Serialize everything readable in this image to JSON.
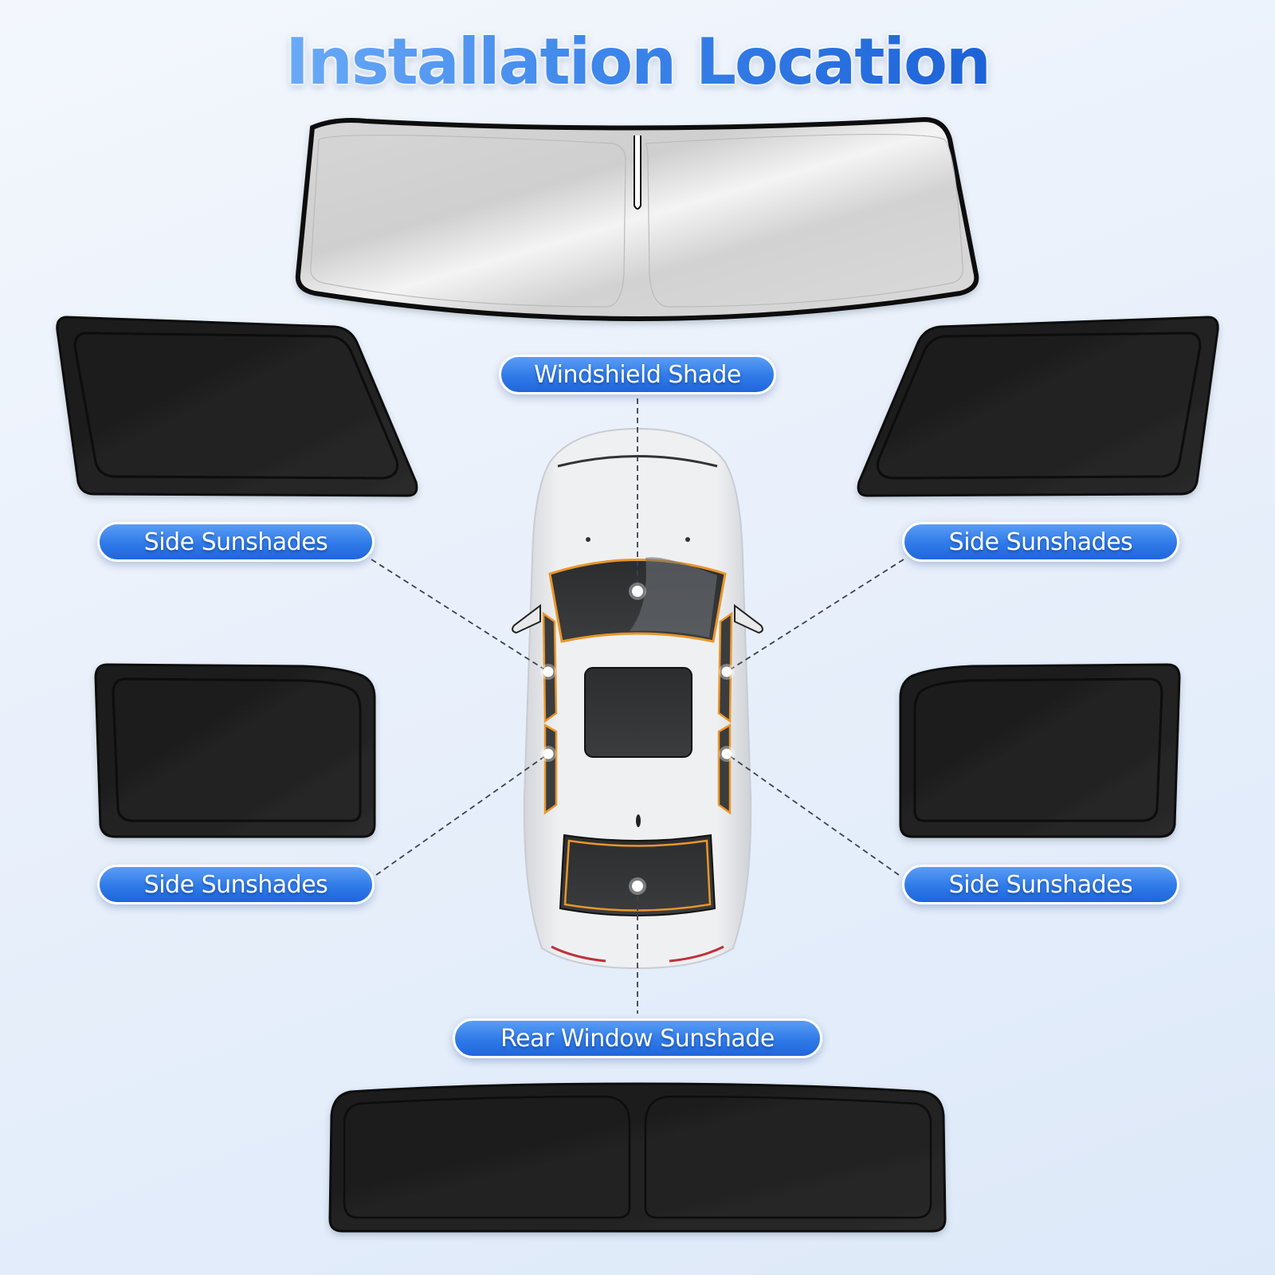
{
  "title": "Installation Location",
  "labels": {
    "windshield": "Windshield Shade",
    "side_front_left": "Side Sunshades",
    "side_front_right": "Side Sunshades",
    "side_rear_left": "Side Sunshades",
    "side_rear_right": "Side Sunshades",
    "rear_window": "Rear Window Sunshade"
  },
  "colors": {
    "accent_blue": "#2f7ae8",
    "title_gradient_start": "#6aaaf7",
    "title_gradient_end": "#1c62d8",
    "shade_black": "#1f1f1f",
    "windshield_silver": "#dcdcdc",
    "trim_orange": "#e8962a"
  }
}
